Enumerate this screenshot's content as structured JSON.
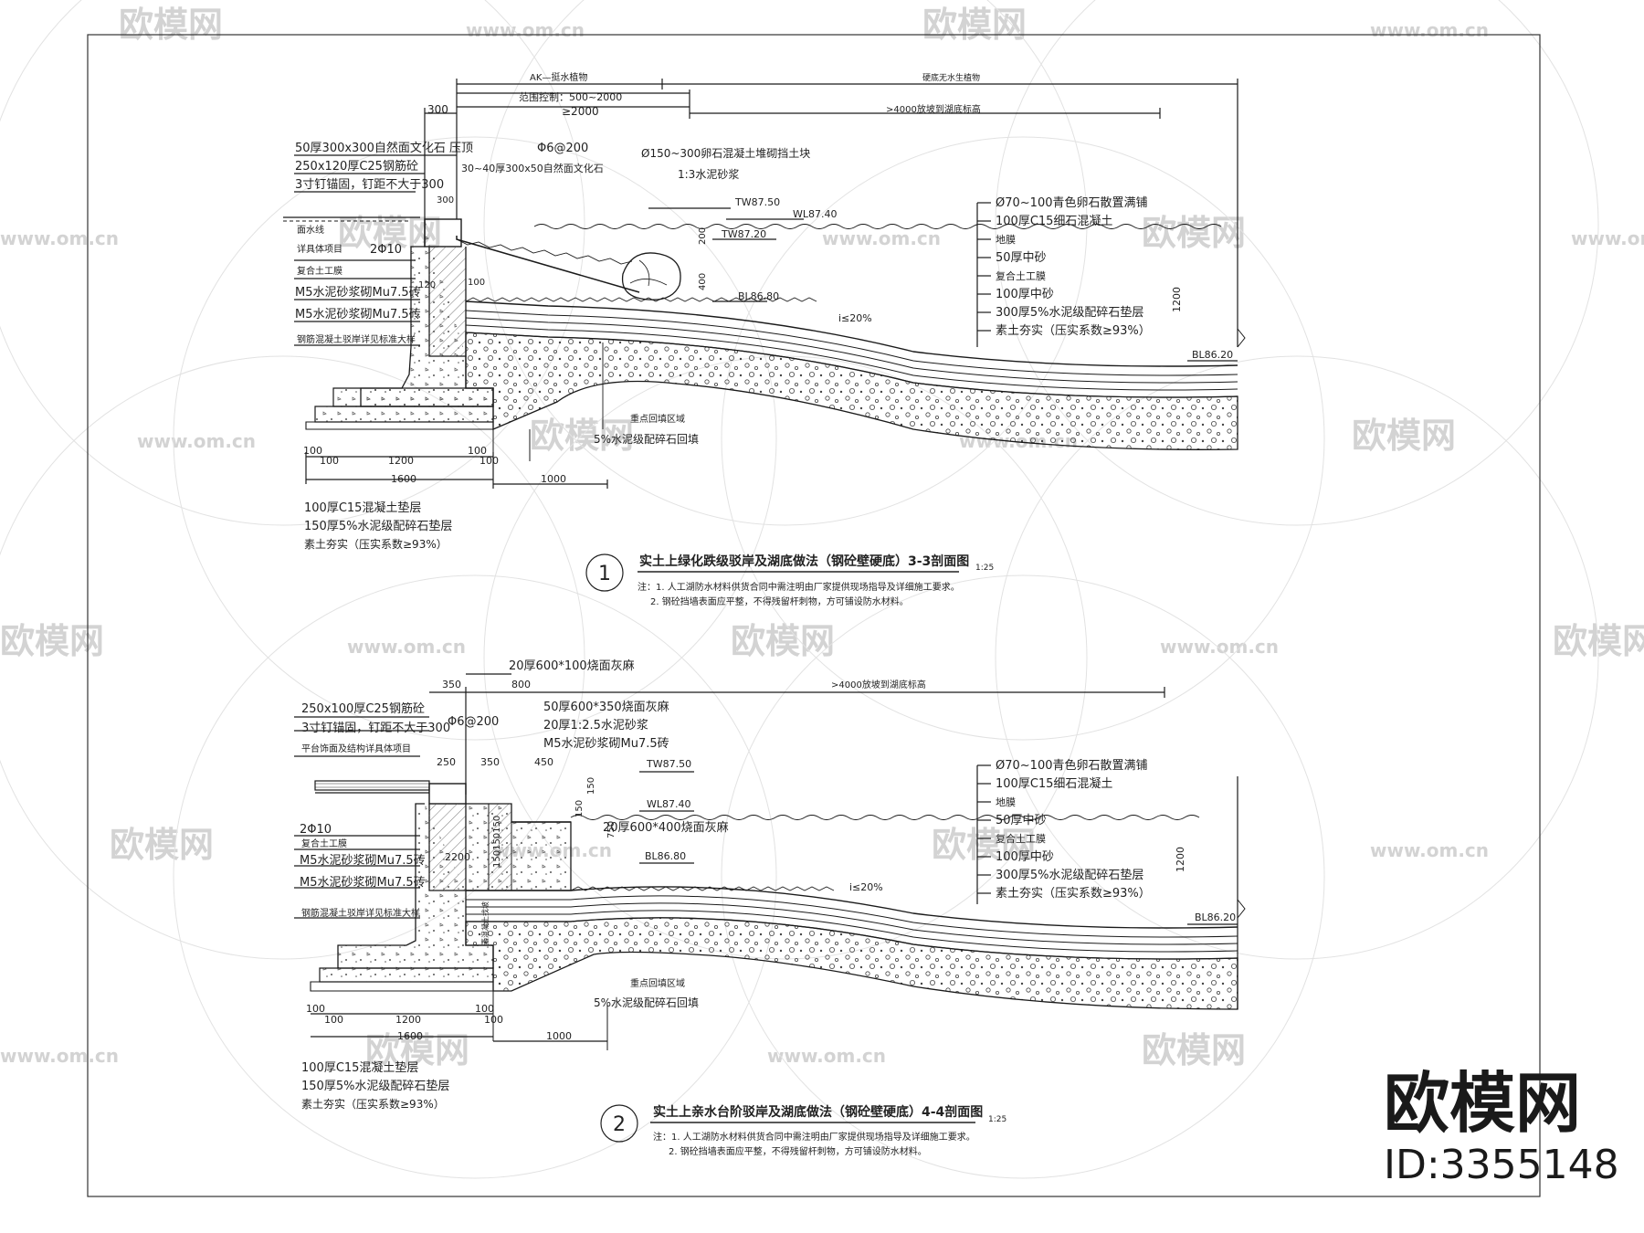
{
  "watermark": {
    "brand": "欧模网",
    "url": "www.om.cn"
  },
  "brand_block": {
    "logo": "欧模网",
    "id_text": "ID:3355148"
  },
  "section1": {
    "top_dims": {
      "ak_label": "AK—挺水植物",
      "ak_range": "范围控制：500~2000",
      "ak_min": "≥2000",
      "right_label": "硬底无水生植物",
      "right_range": ">4000放坡到湖底标高",
      "d300": "300"
    },
    "left_labels": [
      "50厚300x300自然面文化石 压顶",
      "250x120厚C25钢筋砼",
      "3寸钉锚固，钉距不大于300",
      "面水线",
      "详具体项目",
      "复合土工膜",
      "M5水泥砂浆砌Mu7.5砖",
      "M5水泥砂浆砌Mu7.5砖",
      "钢筋混凝土驳岸详见标准大样"
    ],
    "mid_labels": {
      "rebar": "Φ6@200",
      "facing": "30~40厚300x50自然面文化石",
      "stone": "Ø150~300卵石混凝土堆砌挡土块",
      "mortar": "1:3水泥砂浆",
      "rebar2": "2Φ10",
      "d300b": "300",
      "d100": "100",
      "d120": "120",
      "d200": "200",
      "d400": "400"
    },
    "levels": {
      "tw1": "TW87.50",
      "wl": "WL87.40",
      "tw2": "TW87.20",
      "bl1": "BL86.80",
      "bl2": "BL86.20",
      "slope": "i≤20%",
      "d1200": "1200"
    },
    "right_labels": [
      "Ø70~100青色卵石散置满铺",
      "100厚C15细石混凝土",
      "地膜",
      "50厚中砂",
      "复合土工膜",
      "100厚中砂",
      "300厚5%水泥级配碎石垫层",
      "素土夯实（压实系数≥93%）"
    ],
    "backfill_area": "重点回填区域",
    "backfill_mix": "5%水泥级配碎石回填",
    "bottom_dims": [
      "100",
      "100",
      "1200",
      "100",
      "100",
      "1600",
      "1000"
    ],
    "bottom_labels": [
      "100厚C15混凝土垫层",
      "150厚5%水泥级配碎石垫层",
      "素土夯实（压实系数≥93%）"
    ],
    "number": "1",
    "title": "实土上绿化跌级驳岸及湖底做法（钢砼壁硬底）3-3剖面图",
    "scale": "1:25",
    "note1": "注：1. 人工湖防水材料供货合同中需注明由厂家提供现场指导及详细施工要求。",
    "note2": "2. 钢砼挡墙表面应平整，不得残留杆刺物，方可铺设防水材料。"
  },
  "section2": {
    "top_dims": {
      "facing": "20厚600*100烧面灰麻",
      "d350": "350",
      "d800": "800",
      "right_range": ">4000放坡到湖底标高"
    },
    "left_labels": [
      "250x100厚C25钢筋砼",
      "3寸钉锚固，钉距不大于300",
      "平台饰面及结构详具体项目",
      "2Φ10",
      "复合土工膜",
      "M5水泥砂浆砌Mu7.5砖",
      "M5水泥砂浆砌Mu7.5砖",
      "钢筋混凝土驳岸详见标准大样"
    ],
    "mid_labels": {
      "rebar": "Φ6@200",
      "step_top": "50厚600*350烧面灰麻",
      "step_mortar": "20厚1:2.5水泥砂浆",
      "step_brick": "M5水泥砂浆砌Mu7.5砖",
      "step_face": "20厚600*400烧面灰麻",
      "d250": "250",
      "d350": "350",
      "d450": "450",
      "d150": "150",
      "d150b": "150",
      "d750": "750",
      "d150x3": "150150150",
      "d200": "2200",
      "cover": "素混凝土找坡"
    },
    "levels": {
      "tw1": "TW87.50",
      "wl": "WL87.40",
      "bl1": "BL86.80",
      "bl2": "BL86.20",
      "slope": "i≤20%",
      "d1200": "1200"
    },
    "right_labels": [
      "Ø70~100青色卵石散置满铺",
      "100厚C15细石混凝土",
      "地膜",
      "50厚中砂",
      "复合土工膜",
      "100厚中砂",
      "300厚5%水泥级配碎石垫层",
      "素土夯实（压实系数≥93%）"
    ],
    "backfill_area": "重点回填区域",
    "backfill_mix": "5%水泥级配碎石回填",
    "bottom_dims": [
      "100",
      "100",
      "1200",
      "100",
      "100",
      "1600",
      "1000"
    ],
    "bottom_labels": [
      "100厚C15混凝土垫层",
      "150厚5%水泥级配碎石垫层",
      "素土夯实（压实系数≥93%）"
    ],
    "number": "2",
    "title": "实土上亲水台阶驳岸及湖底做法（钢砼壁硬底）4-4剖面图",
    "scale": "1:25",
    "note1": "注：1. 人工湖防水材料供货合同中需注明由厂家提供现场指导及详细施工要求。",
    "note2": "2. 钢砼挡墙表面应平整，不得残留杆刺物，方可铺设防水材料。"
  },
  "colors": {
    "line": "#1a1a1a",
    "watermark": "#d3d3d3"
  }
}
